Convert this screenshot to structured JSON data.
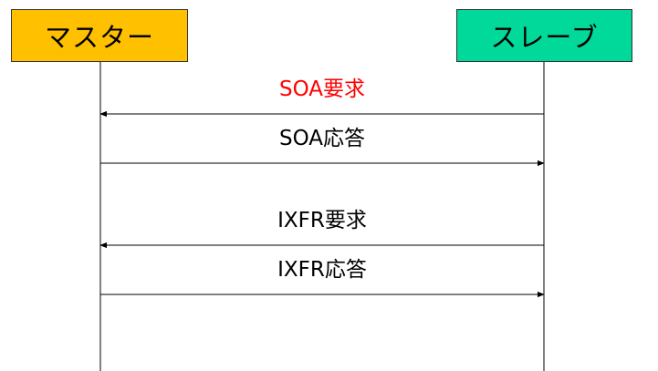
{
  "actors": {
    "master": {
      "label": "マスター",
      "color": "#ffc000"
    },
    "slave": {
      "label": "スレーブ",
      "color": "#00d99a"
    }
  },
  "messages": [
    {
      "label": "SOA要求",
      "direction": "slave-to-master",
      "color": "#ff0000"
    },
    {
      "label": "SOA応答",
      "direction": "master-to-slave",
      "color": "#000000"
    },
    {
      "label": "IXFR要求",
      "direction": "slave-to-master",
      "color": "#000000"
    },
    {
      "label": "IXFR応答",
      "direction": "master-to-slave",
      "color": "#000000"
    }
  ]
}
